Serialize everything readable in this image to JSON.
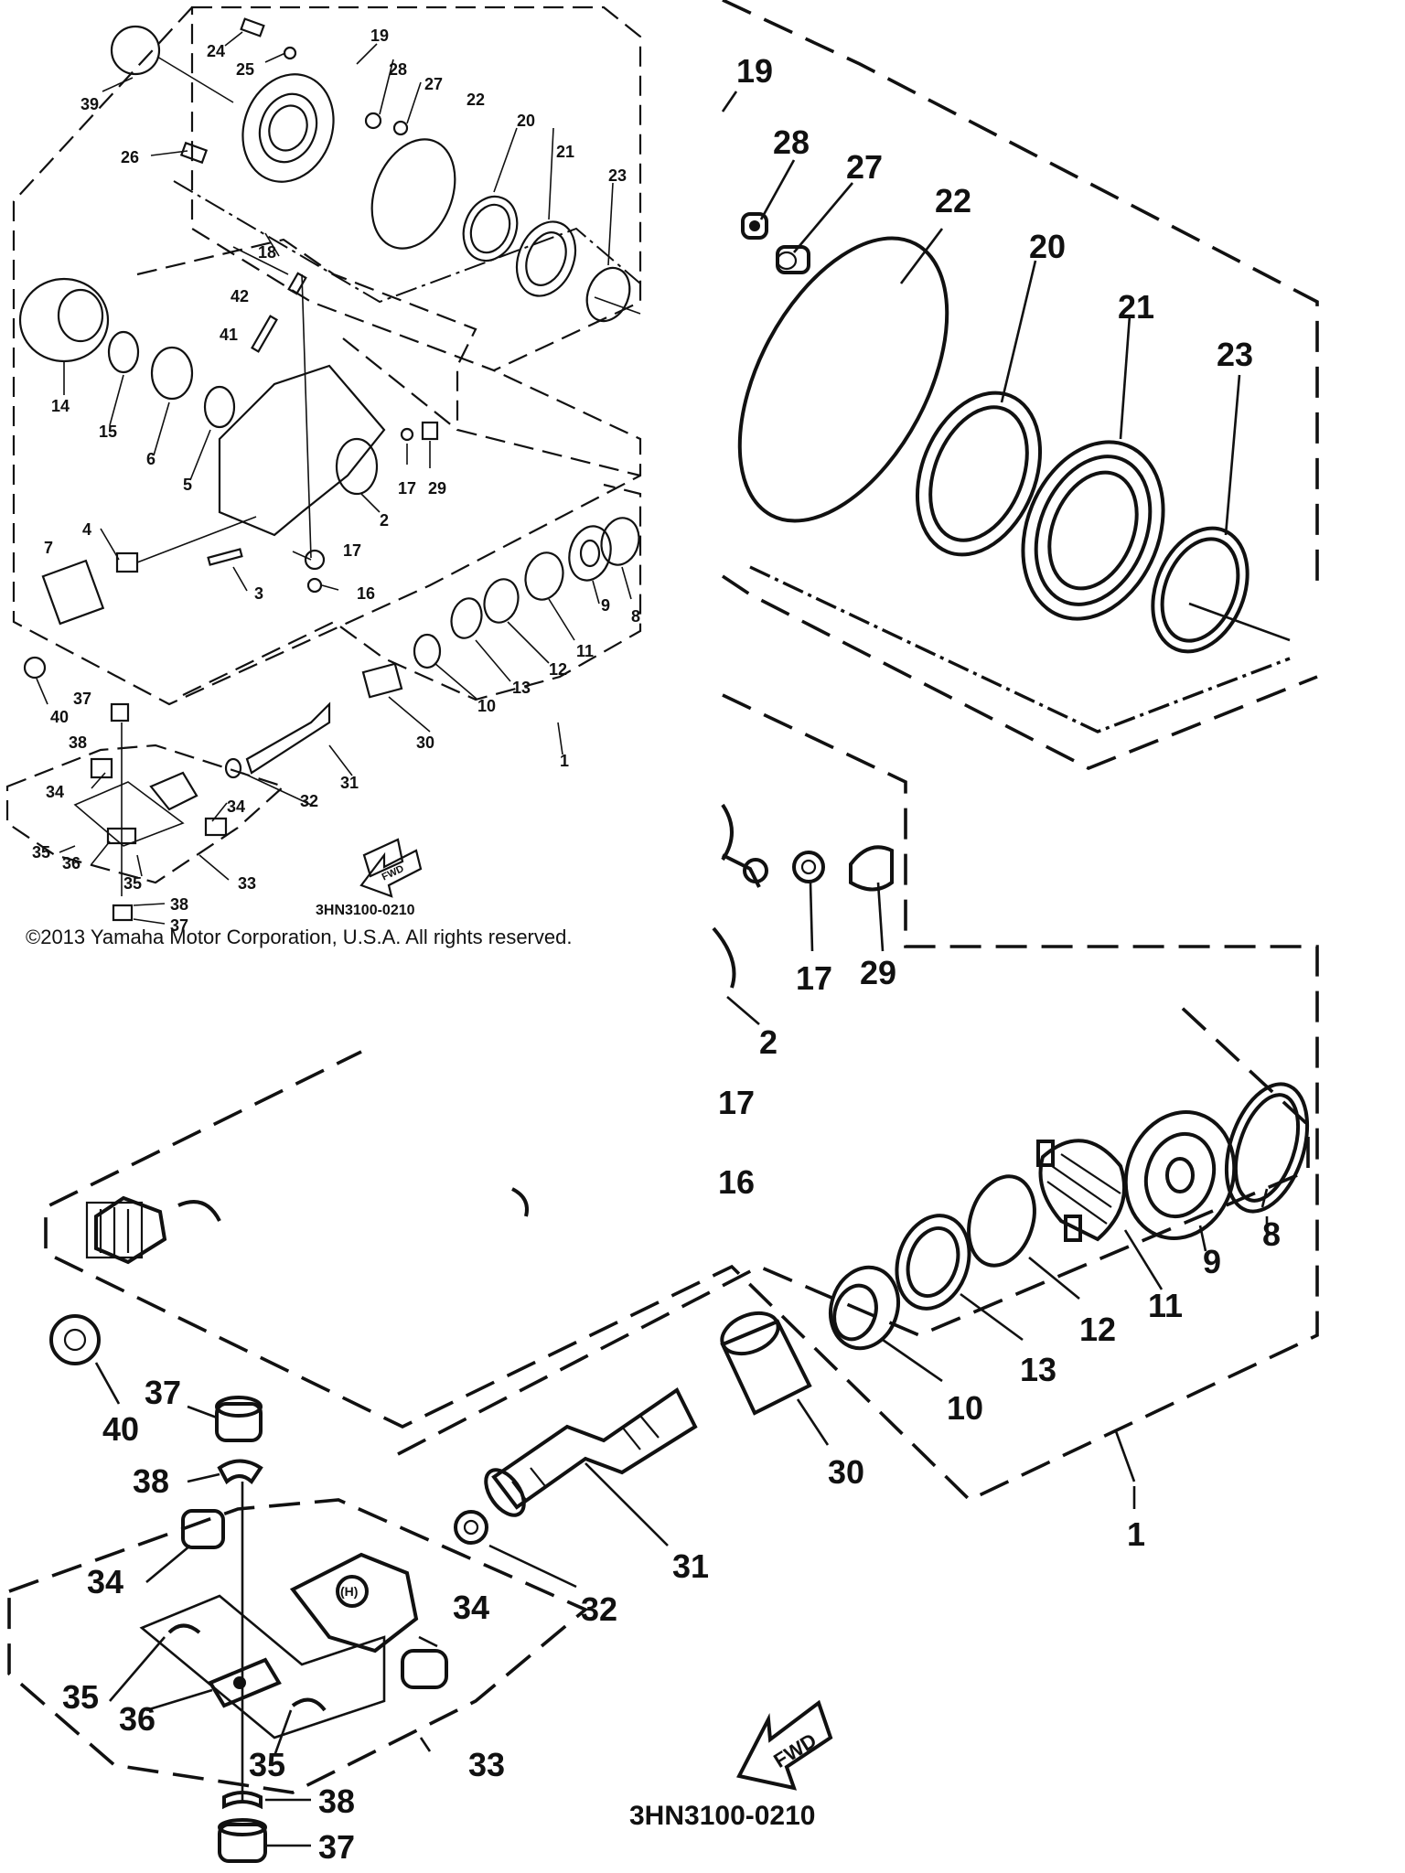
{
  "copyright": "©2013 Yamaha Motor Corporation, U.S.A. All rights reserved.",
  "diagram_code": "3HN3100-0210",
  "fwd_label": "FWD",
  "small": {
    "labels": {
      "p39": "39",
      "p24": "24",
      "p25": "25",
      "p19": "19",
      "p28": "28",
      "p27": "27",
      "p22": "22",
      "p20": "20",
      "p21": "21",
      "p23": "23",
      "p26": "26",
      "p18": "18",
      "p42": "42",
      "p41": "41",
      "p14": "14",
      "p15": "15",
      "p6": "6",
      "p5": "5",
      "p17a": "17",
      "p29": "29",
      "p2": "2",
      "p4": "4",
      "p7": "7",
      "p3": "3",
      "p17b": "17",
      "p16": "16",
      "p8": "8",
      "p9": "9",
      "p11": "11",
      "p12": "12",
      "p13": "13",
      "p10": "10",
      "p40": "40",
      "p37a": "37",
      "p38a": "38",
      "p30": "30",
      "p1": "1",
      "p31": "31",
      "p32": "32",
      "p34a": "34",
      "p34b": "34",
      "p35a": "35",
      "p36": "36",
      "p35b": "35",
      "p33": "33",
      "p38b": "38",
      "p37b": "37"
    }
  },
  "big": {
    "labels": {
      "p19": "19",
      "p28": "28",
      "p27": "27",
      "p22": "22",
      "p20": "20",
      "p21": "21",
      "p23": "23",
      "p17a": "17",
      "p29": "29",
      "p2": "2",
      "p17b": "17",
      "p16": "16",
      "p8": "8",
      "p9": "9",
      "p11": "11",
      "p12": "12",
      "p13": "13",
      "p10": "10",
      "p30": "30",
      "p1": "1",
      "p40": "40",
      "p37a": "37",
      "p38a": "38",
      "p31": "31",
      "p32": "32",
      "p34a": "34",
      "p34b": "34",
      "p35a": "35",
      "p36": "36",
      "p35b": "35",
      "p33": "33",
      "p38b": "38",
      "p37b": "37"
    }
  }
}
